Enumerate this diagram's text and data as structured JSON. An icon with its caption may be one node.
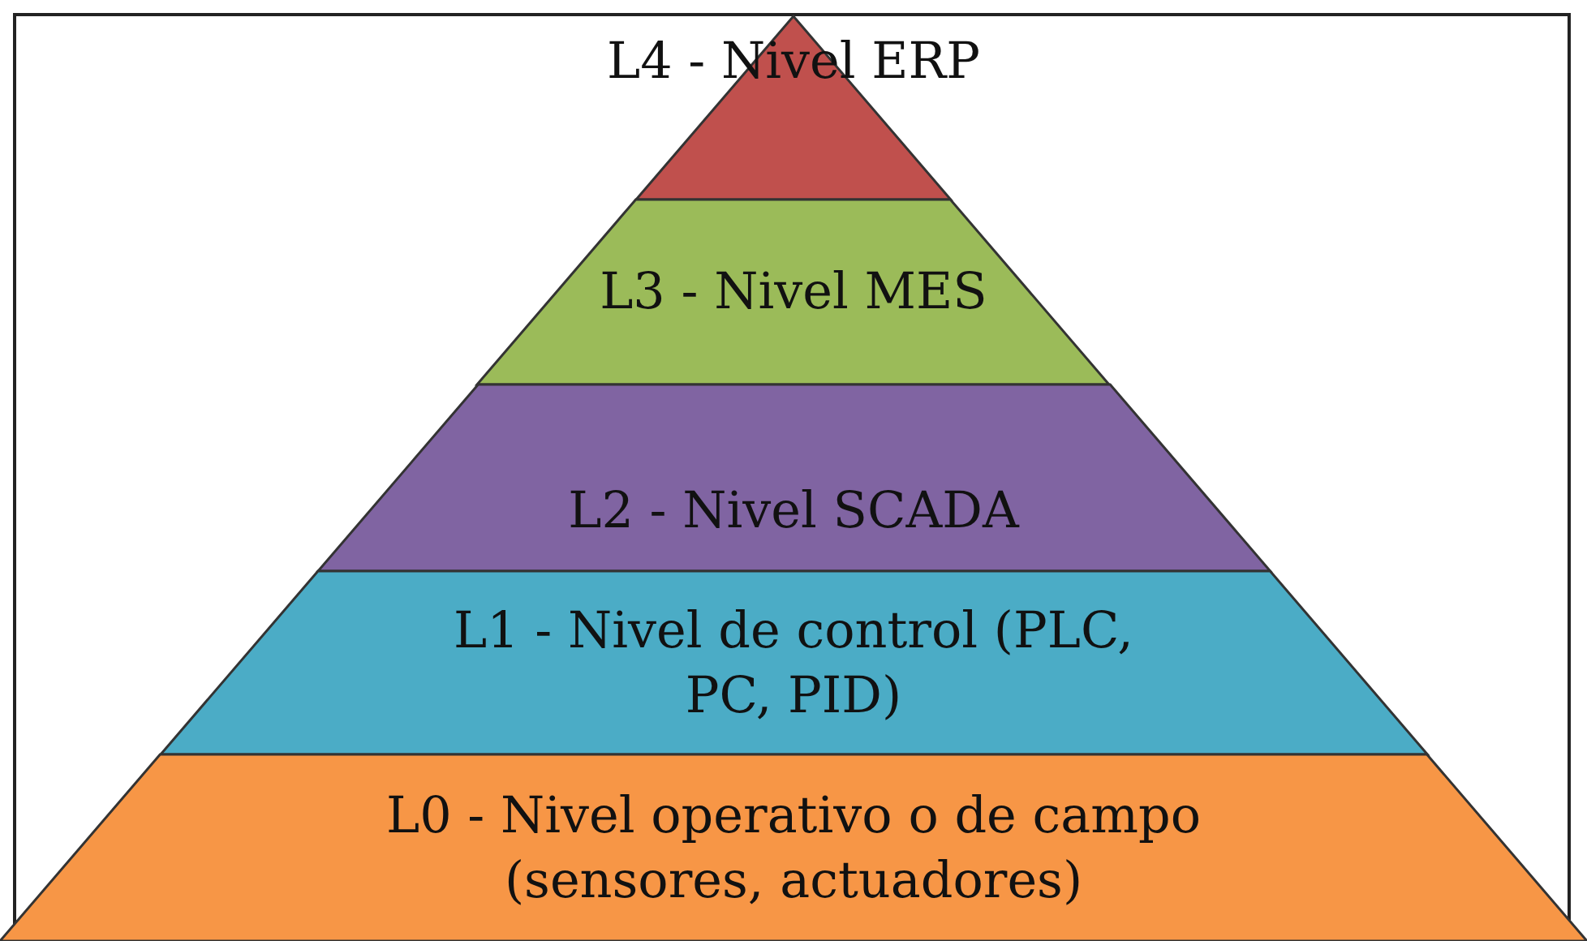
{
  "diagram": {
    "nodes": [
      {
        "text": [
          "L4 - Nivel ERP"
        ]
      },
      {
        "text": [
          "L3 - Nivel MES"
        ]
      },
      {
        "text": [
          "L2 - Nivel SCADA"
        ]
      },
      {
        "text": [
          "L1 - Nivel de control (PLC, PC, PID)"
        ]
      },
      {
        "text": [
          "L0 - Nivel operativo o de campo (sensores, actuadores)"
        ]
      }
    ]
  }
}
